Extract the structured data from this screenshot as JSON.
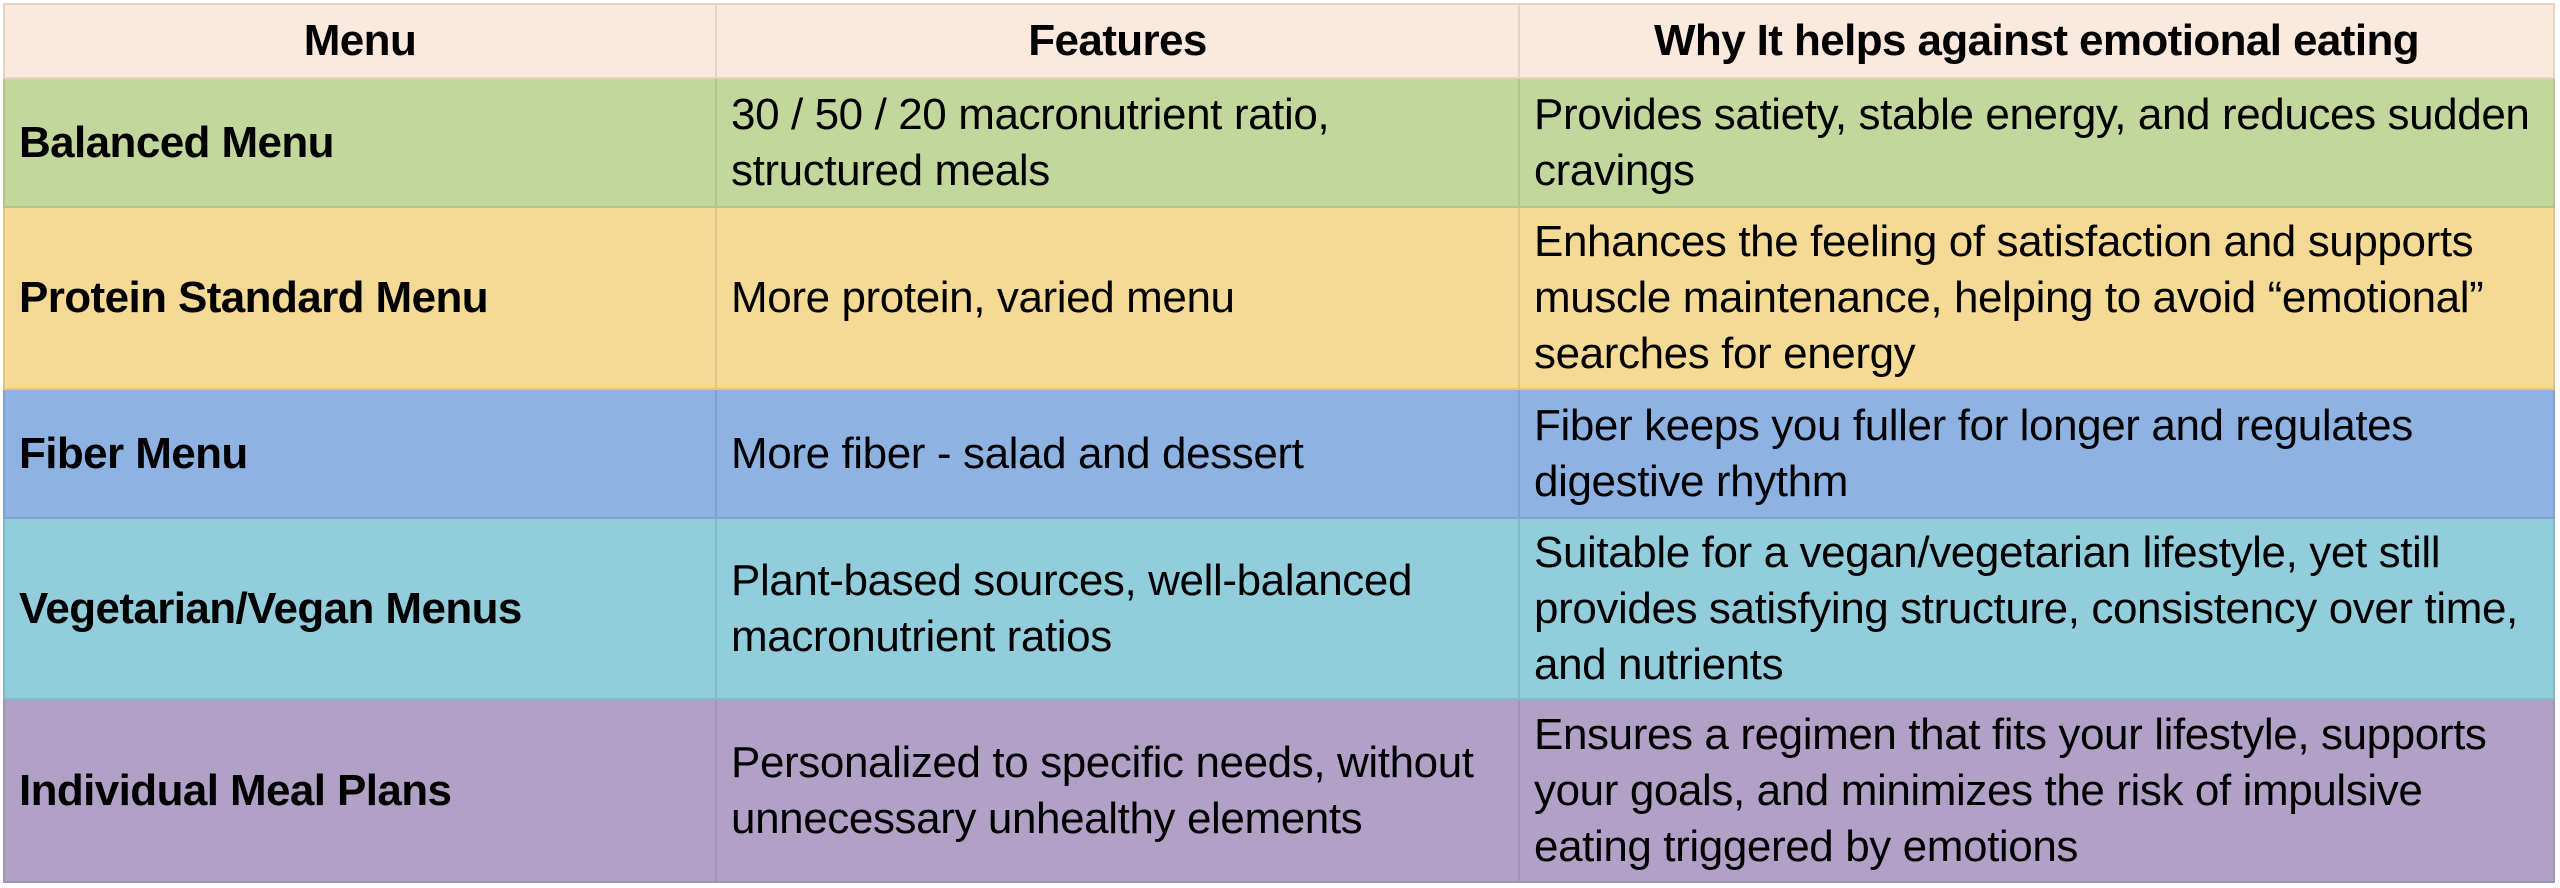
{
  "table": {
    "headers": {
      "menu": "Menu",
      "features": "Features",
      "why": "Why It helps against emotional eating"
    },
    "rows": [
      {
        "menu": "Balanced Menu",
        "features": "30 / 50 / 20 macronutrient ratio, structured meals",
        "why": "Provides satiety, stable energy, and reduces sudden cravings",
        "color": "#C3D69B"
      },
      {
        "menu": "Protein Standard Menu",
        "features": "More protein, varied menu",
        "why": "Enhances the feeling of satisfaction and supports muscle maintenance, helping to avoid “emotional” searches for energy",
        "color": "#F5DA95"
      },
      {
        "menu": "Fiber Menu",
        "features": "More fiber - salad and dessert",
        "why": "Fiber keeps you fuller for longer and regulates digestive rhythm",
        "color": "#8EB3E2"
      },
      {
        "menu": "Vegetarian/Vegan Menus",
        "features": "Plant-based sources, well-balanced macronutrient ratios",
        "why": "Suitable for a vegan/vegetarian lifestyle, yet still provides satisfying structure, consistency over time, and nutrients",
        "color": "#92CDDC"
      },
      {
        "menu": "Individual Meal Plans",
        "features": "Personalized to specific needs, without unnecessary unhealthy elements",
        "why": "Ensures a regimen that fits your lifestyle, supports your goals, and minimizes the risk of impulsive eating triggered by emotions",
        "color": "#B2A1C7"
      }
    ],
    "header_color": "#FCE9DD"
  }
}
